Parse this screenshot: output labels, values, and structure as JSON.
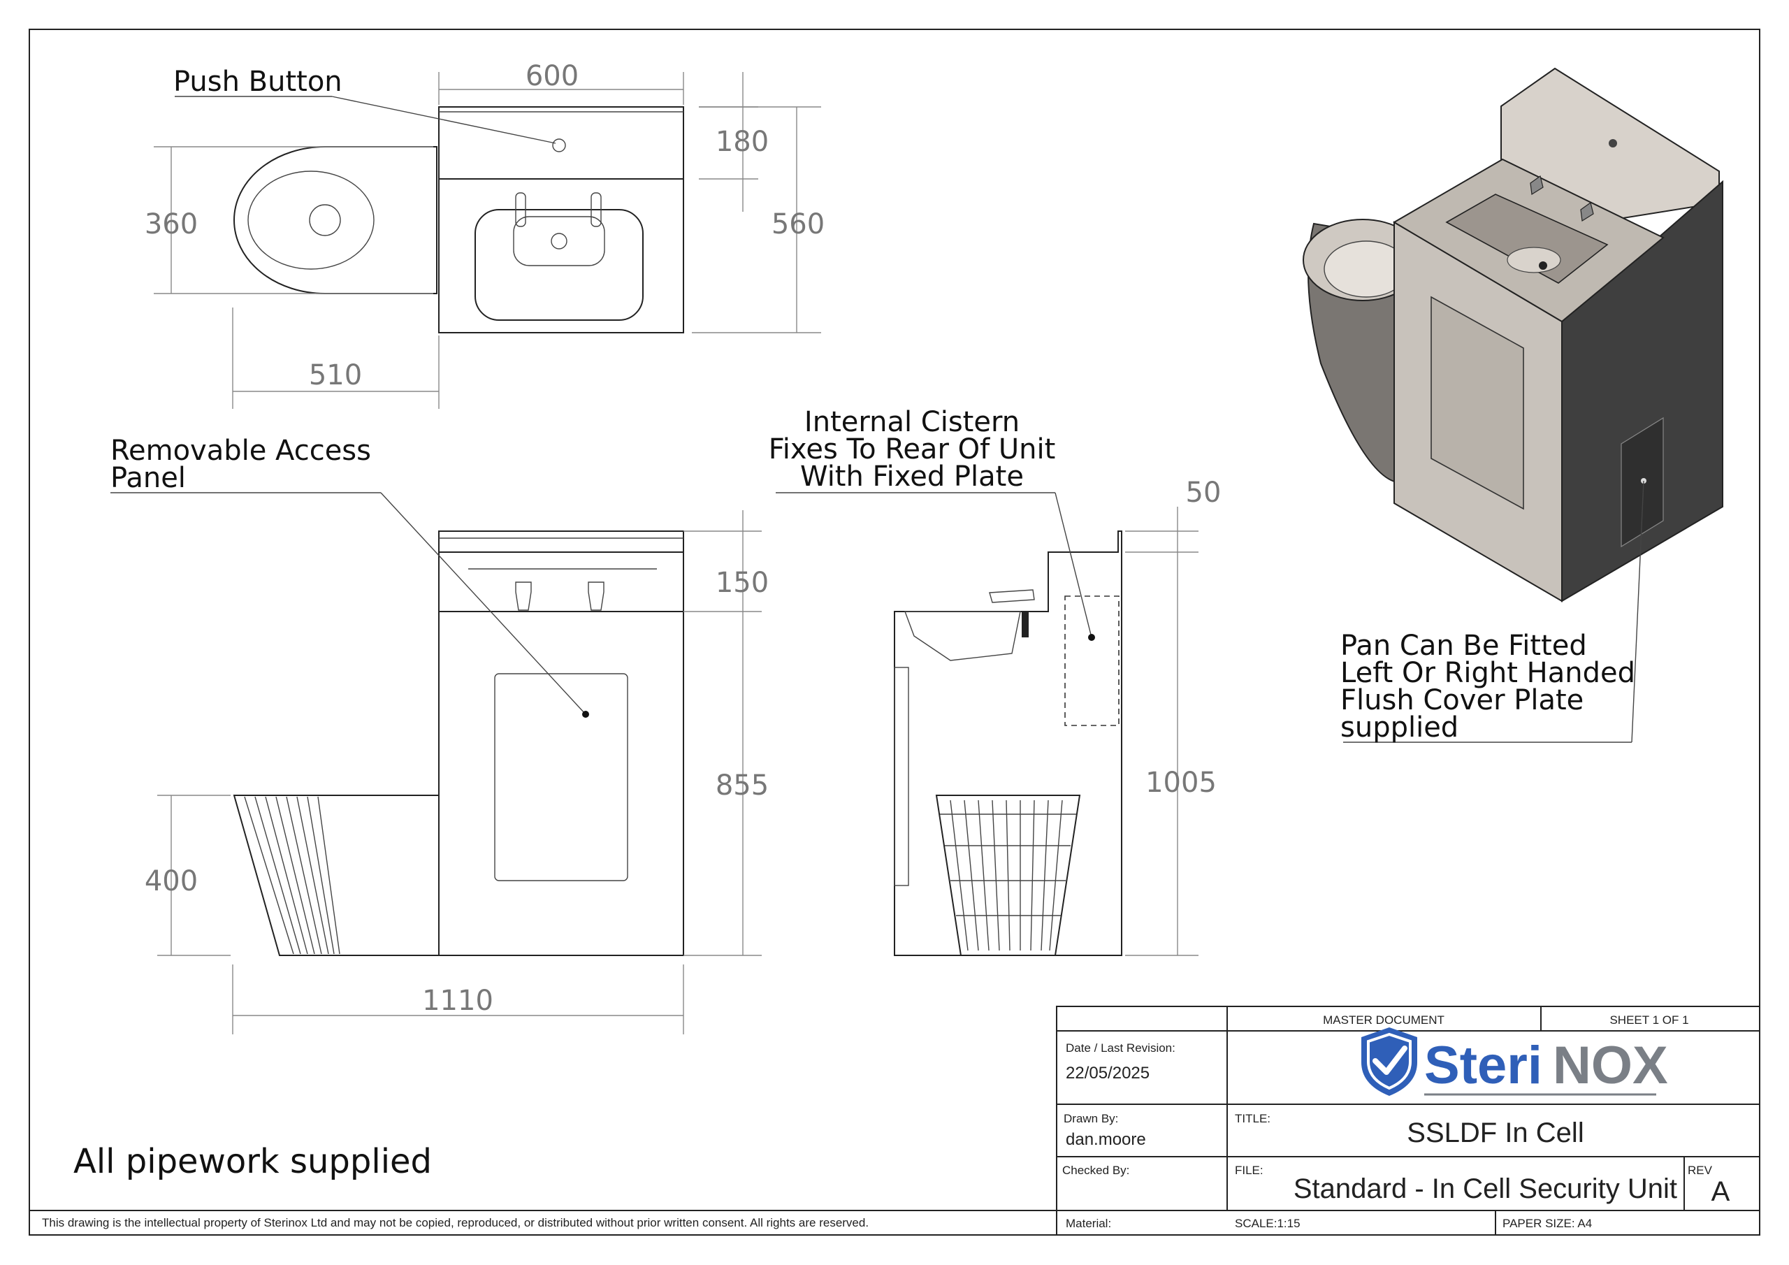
{
  "dimensions": {
    "top_width": "600",
    "top_backplate_depth": "180",
    "top_total_depth": "560",
    "pan_width": "360",
    "pan_projection": "510",
    "front_upstand": "150",
    "front_body_height": "855",
    "pan_height": "400",
    "overall_width": "1110",
    "side_upstand": "50",
    "side_overall_height": "1005"
  },
  "callouts": {
    "push_button": "Push Button",
    "access_panel": [
      "Removable Access",
      "Panel"
    ],
    "cistern": [
      "Internal Cistern",
      "Fixes To Rear Of Unit",
      "With Fixed Plate"
    ],
    "pan_note": [
      "Pan Can Be Fitted",
      "Left Or Right Handed",
      "Flush Cover Plate",
      "supplied"
    ],
    "pipework": "All pipework supplied"
  },
  "disclaimer": "This drawing is the intellectual property of Sterinox Ltd and may not be copied, reproduced, or distributed without prior written consent. All rights are reserved.",
  "title_block": {
    "master_document": "MASTER DOCUMENT",
    "sheet": "SHEET 1 OF 1",
    "date_label": "Date / Last Revision:",
    "date_value": "22/05/2025",
    "drawn_by_label": "Drawn By:",
    "drawn_by_value": "dan.moore",
    "checked_by_label": "Checked By:",
    "title_label": "TITLE:",
    "title_value": "SSLDF In Cell",
    "file_label": "FILE:",
    "file_value": "Standard - In Cell Security Unit",
    "rev_label": "REV",
    "rev_value": "A",
    "material_label": "Material:",
    "scale": "SCALE:1:15",
    "paper_size": "PAPER SIZE: A4",
    "logo_text_a": "Steri",
    "logo_text_b": "NOX"
  },
  "colors": {
    "logo_blue": "#2f5fb8",
    "logo_grey": "#7a7f86",
    "steel_light": "#c8c2bb",
    "steel_dark": "#3f3f3f"
  }
}
